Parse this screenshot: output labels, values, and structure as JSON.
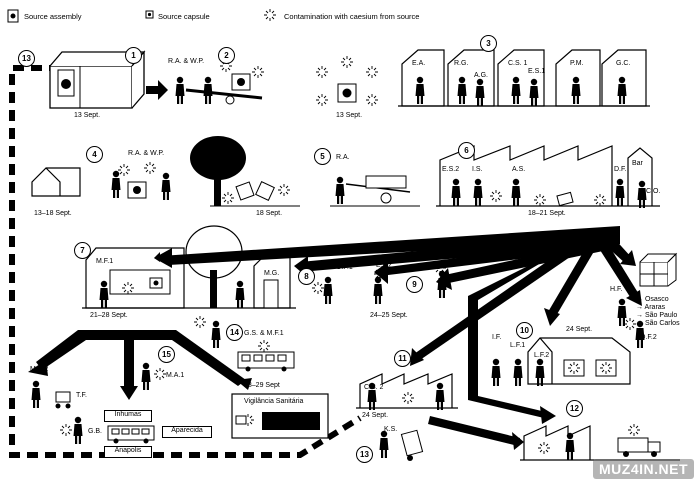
{
  "legend": {
    "source_assembly": "Source assembly",
    "source_capsule": "Source capsule",
    "contamination": "Contamination with caesium from source"
  },
  "steps": [
    "13",
    "1",
    "2",
    "3",
    "4",
    "5",
    "6",
    "7",
    "8",
    "9",
    "10",
    "11",
    "12",
    "13",
    "14",
    "15"
  ],
  "dates": {
    "d1": "13 Sept.",
    "d3": "13 Sept.",
    "d4": "13–18 Sept.",
    "d5": "18 Sept.",
    "d6": "18–21 Sept.",
    "d7": "21–28 Sept.",
    "d9": "24–25 Sept.",
    "d10": "24 Sept.",
    "d11": "24 Sept.",
    "d14": "28–29 Sept"
  },
  "people": {
    "ra_wp_1": "R.A. & W.P.",
    "ea": "E.A.",
    "rg": "R.G.",
    "ag": "A.G.",
    "cs1": "C.S. 1",
    "es1": "E.S.1",
    "pm": "P.M.",
    "gc": "G.C.",
    "ra_wp_2": "R.A. & W.P.",
    "ra": "R.A.",
    "es2": "E.S.2",
    "is": "I.S.",
    "as": "A.S.",
    "df": "D.F.",
    "co": "C.O.",
    "bar": "Bar",
    "mf1": "M.F.1",
    "mg": "M.G.",
    "of1": "O.F.1",
    "ef2": "E.F.2",
    "ef1": "E.F.1",
    "hf": "H.F.",
    "of2": "O.F.2",
    "gs_mf1": "G.S. & M.F.1",
    "ma2": "M.A.2",
    "tf": "T.F.",
    "gb": "G.B.",
    "ma1": "M.A.1",
    "if": "I.F.",
    "lf1": "L.F.1",
    "lf2": "L.F.2",
    "cs2": "C.S. 2",
    "ks": "K.S."
  },
  "places": {
    "osasco": "→ Osasco",
    "araras": "→ Araras",
    "saopaulo": "→ São Paulo",
    "saocarlos": "→ São Carlos",
    "inhumas": "Inhumas",
    "aparecida": "Aparecida",
    "anapolis": "Anapolis",
    "vigilancia": "Vigilância Sanitária"
  },
  "watermark": "MUZ4IN.NET"
}
